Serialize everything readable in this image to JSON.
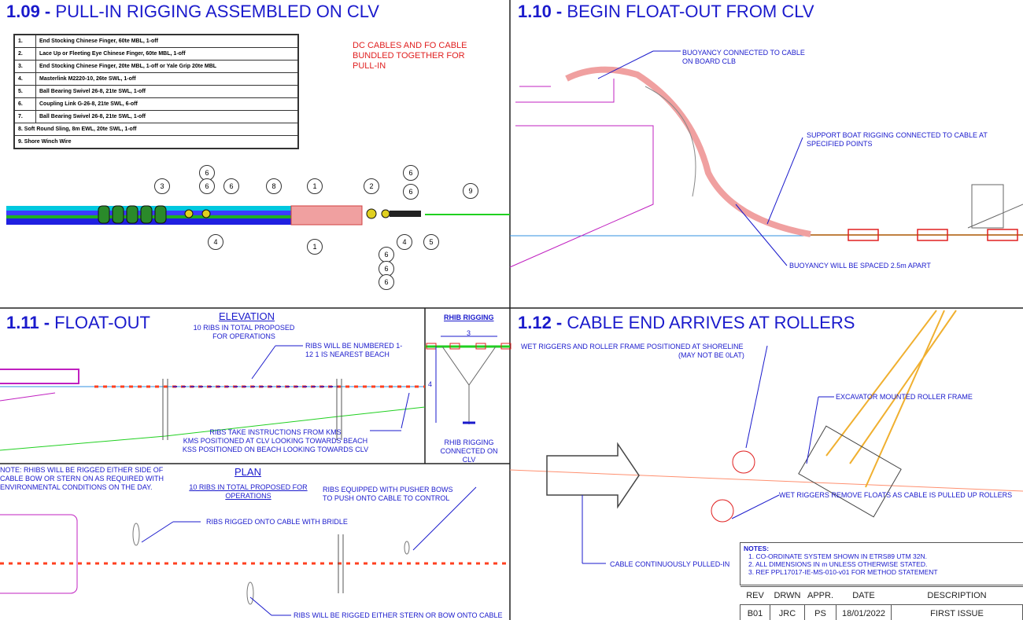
{
  "panels": {
    "p109": {
      "number": "1.09 -",
      "title": "PULL-IN RIGGING ASSEMBLED ON CLV",
      "note": "DC CABLES AND FO CABLE BUNDLED TOGETHER FOR PULL-IN",
      "legend": [
        {
          "n": "1.",
          "text": "End Stocking Chinese Finger, 60te MBL, 1-off"
        },
        {
          "n": "2.",
          "text": "Lace Up or Fleeting Eye Chinese Finger, 60te MBL, 1-off"
        },
        {
          "n": "3.",
          "text": "End Stocking Chinese Finger, 20te MBL, 1-off or Yale Grip 20te MBL"
        },
        {
          "n": "4.",
          "text": "Masterlink M2220-10, 26te SWL, 1-off"
        },
        {
          "n": "5.",
          "text": "Ball Bearing Swivel 26-8, 21te SWL, 1-off"
        },
        {
          "n": "6.",
          "text": "Coupling Link G-26-8, 21te SWL, 6-off"
        },
        {
          "n": "7.",
          "text": "Ball Bearing Swivel 26-8, 21te SWL, 1-off"
        },
        {
          "n": "",
          "text": "8. Soft Round Sling, 8m EWL, 20te SWL, 1-off"
        },
        {
          "n": "",
          "text": "9. Shore Winch Wire"
        }
      ],
      "callouts": [
        "3",
        "6",
        "6",
        "6",
        "4",
        "8",
        "1",
        "1",
        "2",
        "6",
        "6",
        "4",
        "5",
        "9",
        "6",
        "6",
        "6"
      ]
    },
    "p110": {
      "number": "1.10 -",
      "title": "BEGIN FLOAT-OUT FROM CLV",
      "label1": "BUOYANCY CONNECTED TO CABLE ON BOARD CLB",
      "label2": "SUPPORT BOAT RIGGING CONNECTED TO CABLE AT SPECIFIED POINTS",
      "label3": "BUOYANCY WILL BE SPACED 2.5m APART"
    },
    "p111": {
      "number": "1.11 -",
      "title": "FLOAT-OUT",
      "elevation_heading": "ELEVATION",
      "elev_note": "10 RIBS IN TOTAL PROPOSED FOR OPERATIONS",
      "ribs_numbered": "RIBS WILL BE NUMBERED 1-12 1 IS NEAREST BEACH",
      "ribs_instr": "RIBS TAKE INSTRUCTIONS FROM KMS",
      "kms": "KMS POSITIONED AT CLV LOOKING TOWARDS BEACH",
      "kss": "KSS POSITIONED ON BEACH LOOKING TOWARDS CLV",
      "rhib_heading": "RHIB RIGGING",
      "rhib_dim_w": "3",
      "rhib_dim_h": "4",
      "rhib_caption": "RHIB RIGGING CONNECTED ON CLV",
      "plan_heading": "PLAN",
      "plan_note_left": "NOTE: RHIBS WILL BE RIGGED EITHER SIDE OF CABLE BOW OR STERN ON AS REQUIRED WITH ENVIRONMENTAL CONDITIONS ON THE DAY.",
      "plan_note": "10 RIBS IN TOTAL PROPOSED FOR OPERATIONS",
      "pusher": "RIBS EQUIPPED WITH PUSHER BOWS TO PUSH ONTO CABLE TO CONTROL",
      "bridle": "RIBS RIGGED ONTO CABLE WITH BRIDLE",
      "stern_bow": "RIBS WILL BE RIGGED EITHER STERN OR BOW ONTO CABLE"
    },
    "p112": {
      "number": "1.12 -",
      "title": "CABLE END ARRIVES AT ROLLERS",
      "wet_riggers": "WET RIGGERS AND ROLLER FRAME POSITIONED AT SHORELINE",
      "wet_riggers2": "(MAY NOT BE 0LAT)",
      "excavator": "EXCAVATOR MOUNTED ROLLER FRAME",
      "remove_floats": "WET RIGGERS REMOVE FLOATS AS CABLE IS PULLED UP ROLLERS",
      "pulled_in": "CABLE CONTINUOUSLY PULLED-IN"
    }
  },
  "notes": {
    "heading": "NOTES:",
    "items": [
      "1.   CO-ORDINATE SYSTEM SHOWN IN ETRS89 UTM 32N.",
      "2.   ALL DIMENSIONS IN m UNLESS OTHERWISE STATED.",
      "3.   REF PPL17017-IE-MS-010-v01 FOR METHOD STATEMENT"
    ]
  },
  "revision_table": {
    "headers": [
      "REV",
      "DRWN",
      "APPR.",
      "DATE",
      "DESCRIPTION"
    ],
    "rows": [
      [
        "B01",
        "JRC",
        "PS",
        "18/01/2022",
        "FIRST ISSUE"
      ]
    ]
  }
}
